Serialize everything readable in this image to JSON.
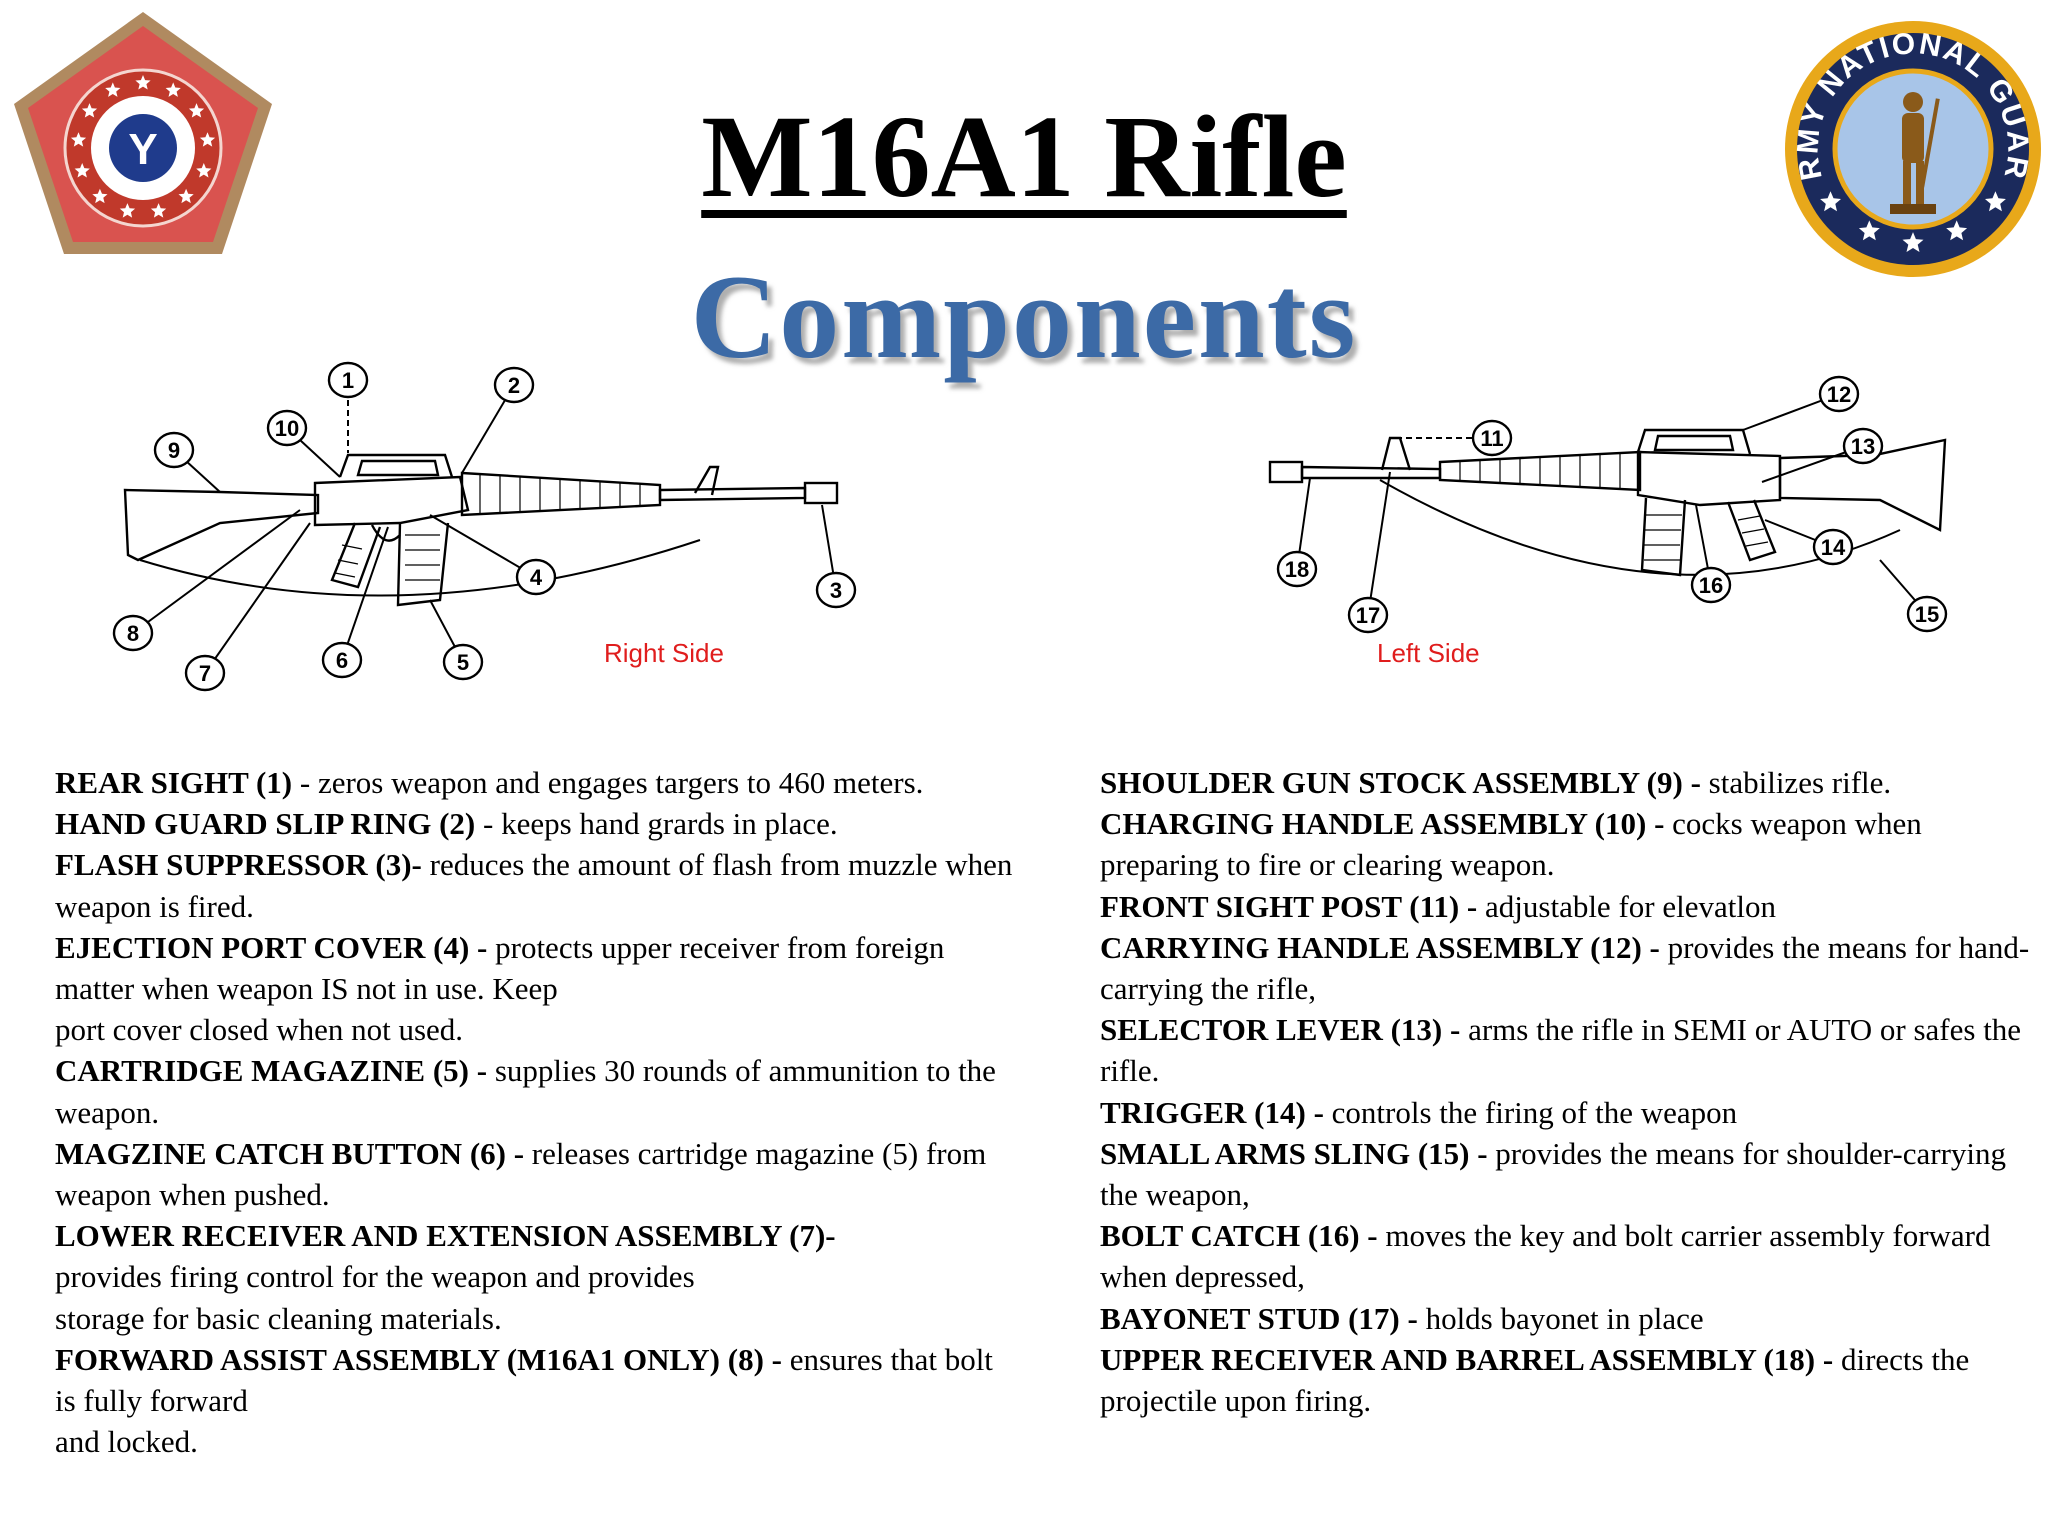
{
  "title": "M16A1 Rifle",
  "subtitle": "Components",
  "logos": {
    "left_letter": "Y",
    "right_text": "ARMY NATIONAL GUARD",
    "left_colors": {
      "outer": "#d9534f",
      "ring": "#c0392b",
      "center": "#ffffff",
      "letter": "#1f3b8c",
      "border": "#b08a60"
    },
    "right_colors": {
      "outer": "#e8a81a",
      "ring": "#1b2a5c",
      "center": "#a8c5e8",
      "stars": "#ffffff"
    }
  },
  "diagrams": {
    "right_side_label": "Right Side",
    "left_side_label": "Left Side",
    "right_side_callouts": [
      "1",
      "2",
      "3",
      "4",
      "5",
      "6",
      "7",
      "8",
      "9",
      "10"
    ],
    "left_side_callouts": [
      "11",
      "12",
      "13",
      "14",
      "15",
      "16",
      "17",
      "18"
    ],
    "label_color": "#e01d1d"
  },
  "components_left": [
    {
      "name": "REAR SIGHT (1)",
      "desc": " - zeros weapon and engages targers to 460 meters."
    },
    {
      "name": "HAND GUARD SLIP RING (2)",
      "desc": " - keeps hand grards in place."
    },
    {
      "name": "FLASH SUPPRESSOR (3)-",
      "desc": " reduces the amount of flash from muzzle when weapon is fired."
    },
    {
      "name": "EJECTION PORT COVER (4) -",
      "desc": " protects upper receiver from foreign matter when weapon IS not in use. Keep\nport cover closed when not used."
    },
    {
      "name": "CARTRIDGE MAGAZINE (5) -",
      "desc": " supplies 30 rounds of ammunition to the weapon."
    },
    {
      "name": "MAGZINE CATCH BUTTON (6) -",
      "desc": " releases cartridge magazine (5) from weapon when pushed."
    },
    {
      "name": "LOWER RECEIVER AND EXTENSION ASSEMBLY (7)-",
      "desc": "\nprovides firing control for the weapon and provides\nstorage for basic cleaning materials."
    },
    {
      "name": "FORWARD ASSIST ASSEMBLY (M16A1 ONLY) (8) -",
      "desc": " ensures that bolt is fully forward\nand locked."
    }
  ],
  "components_right": [
    {
      "name": "SHOULDER GUN STOCK ASSEMBLY (9) -",
      "desc": " stabilizes rifle."
    },
    {
      "name": "CHARGING HANDLE ASSEMBLY (10) -",
      "desc": " cocks weapon when preparing to fire or clearing weapon."
    },
    {
      "name": "FRONT SIGHT POST (11) -",
      "desc": " adjustable for elevatlon"
    },
    {
      "name": "CARRYING HANDLE ASSEMBLY (12) -",
      "desc": " provides the means for hand-carrying the rifle,"
    },
    {
      "name": "SELECTOR LEVER (13) -",
      "desc": " arms the rifle in SEMI or AUTO or safes the rifle."
    },
    {
      "name": "TRIGGER (14) -",
      "desc": " controls the firing of the weapon"
    },
    {
      "name": "SMALL ARMS SLING (15) -",
      "desc": " provides the means for shoulder-carrying the weapon,"
    },
    {
      "name": "BOLT CATCH (16) -",
      "desc": " moves the key and bolt carrier assembly forward when depressed,"
    },
    {
      "name": "BAYONET STUD (17) -",
      "desc": " holds bayonet in place"
    },
    {
      "name": "UPPER RECEIVER AND BARREL ASSEMBLY (18) -",
      "desc": " directs the projectile upon firing."
    }
  ]
}
